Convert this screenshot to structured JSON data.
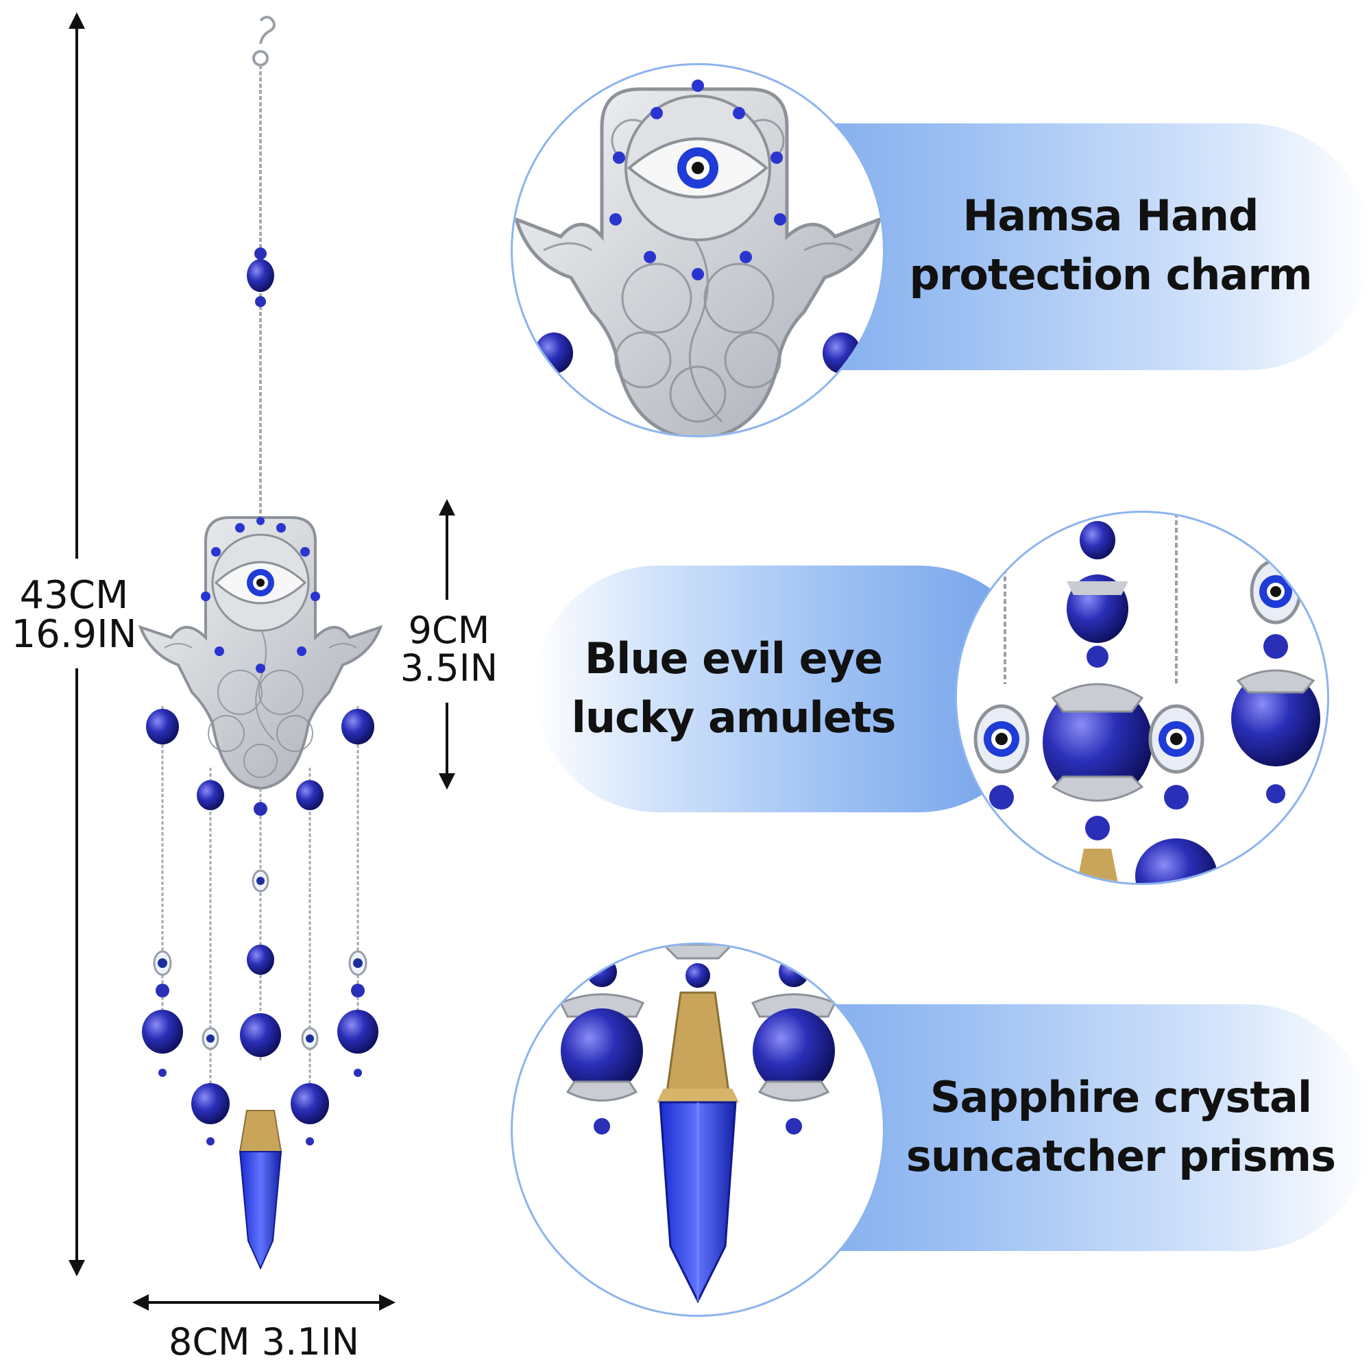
{
  "dimensions": {
    "total_length": "43CM\n16.9IN",
    "hand_height": "9CM\n3.5IN",
    "width": "8CM 3.1IN"
  },
  "features": [
    {
      "text": "Hamsa Hand\nprotection charm"
    },
    {
      "text": "Blue evil eye\nlucky amulets"
    },
    {
      "text": "Sapphire crystal\nsuncatcher prisms"
    }
  ],
  "colors": {
    "accent_blue": "#6f9ee8",
    "bead_blue": "#2a2fb8",
    "silver": "#c9ccd2",
    "ring_blue": "#8db4ee"
  }
}
